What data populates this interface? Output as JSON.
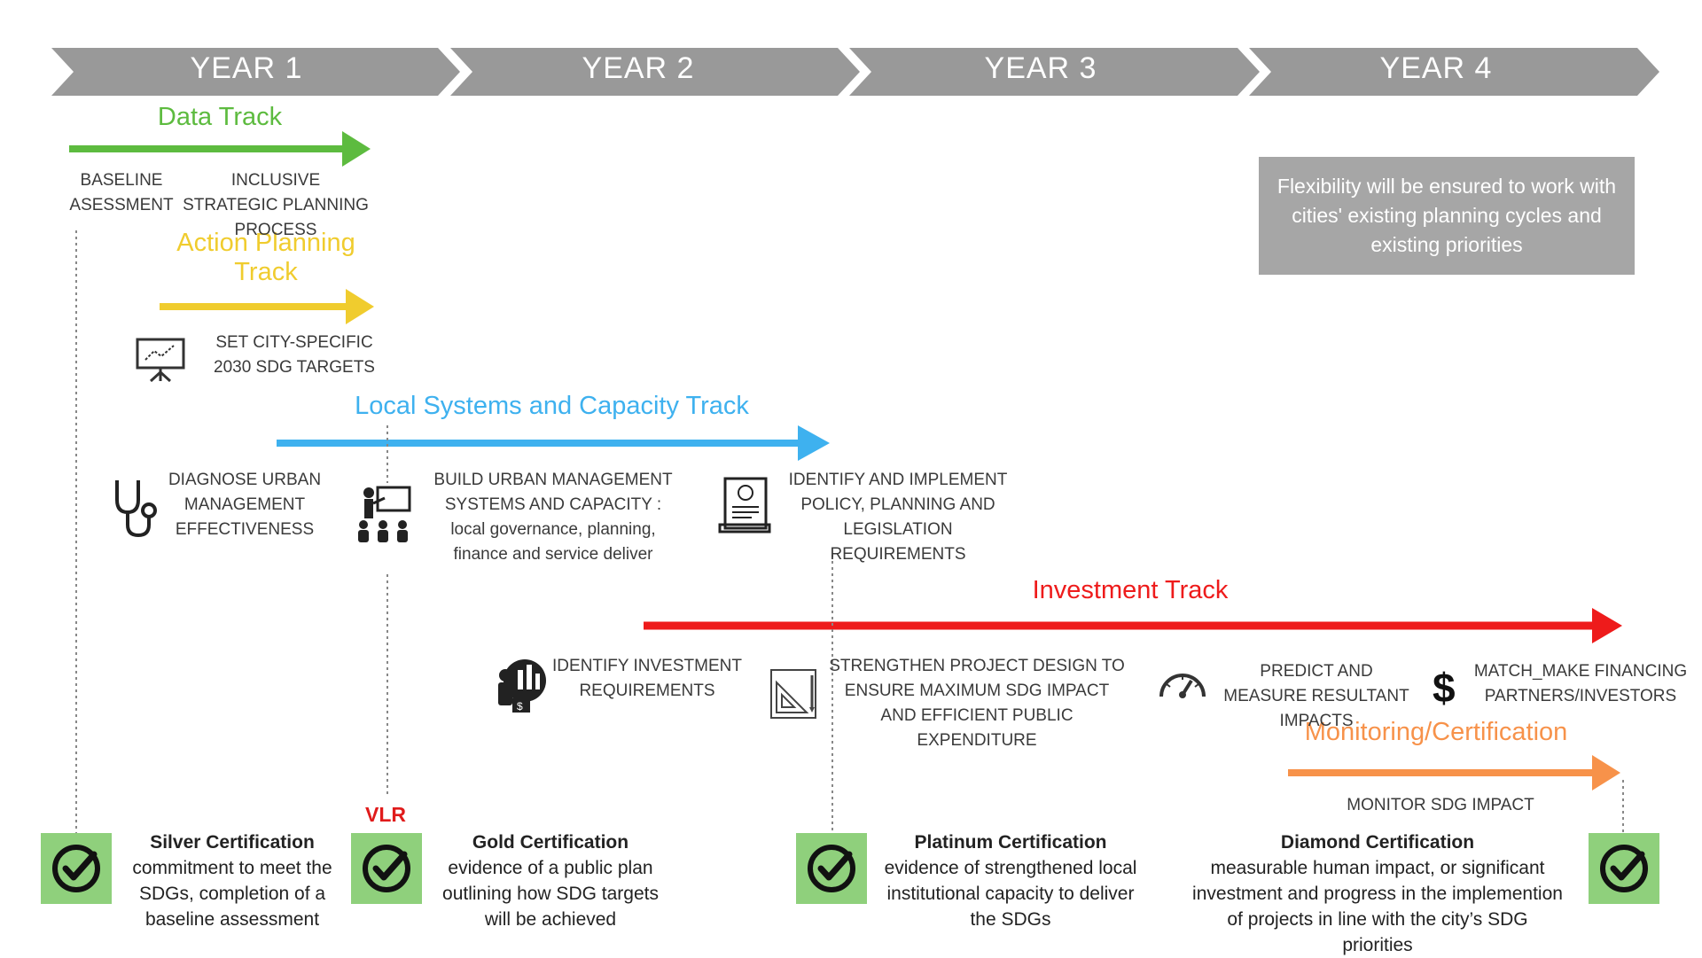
{
  "years": [
    "YEAR 1",
    "YEAR 2",
    "YEAR 3",
    "YEAR 4"
  ],
  "colors": {
    "year_bar": "#999999",
    "data_track": "#5dbb3f",
    "action_track": "#f0cc2e",
    "local_track": "#3eb1ef",
    "investment_track": "#ee1b1b",
    "monitoring_track": "#f7924a",
    "cert_box": "#8fd07c",
    "note_box": "#a6a6a6"
  },
  "tracks": {
    "data": "Data Track",
    "action": "Action Planning Track",
    "local": "Local Systems and Capacity Track",
    "investment": "Investment Track",
    "monitoring": "Monitoring/Certification"
  },
  "steps": {
    "baseline": "BASELINE ASESSMENT",
    "inclusive": "INCLUSIVE STRATEGIC PLANNING PROCESS",
    "set_targets": "SET CITY-SPECIFIC 2030 SDG TARGETS",
    "diagnose": "DIAGNOSE URBAN MANAGEMENT EFFECTIVENESS",
    "build": "BUILD URBAN MANAGEMENT SYSTEMS AND CAPACITY : local governance, planning, finance and service deliver",
    "policy": "IDENTIFY AND IMPLEMENT POLICY, PLANNING AND LEGISLATION REQUIREMENTS",
    "invest_req": "IDENTIFY INVESTMENT REQUIREMENTS",
    "strengthen": "STRENGTHEN PROJECT DESIGN TO ENSURE MAXIMUM SDG IMPACT AND EFFICIENT PUBLIC EXPENDITURE",
    "predict": "PREDICT AND MEASURE RESULTANT IMPACTS",
    "match": "MATCH_MAKE FINANCING PARTNERS/INVESTORS",
    "monitor": "MONITOR SDG IMPACT"
  },
  "note": "Flexibility will be ensured to work with cities' existing planning cycles and existing priorities",
  "vlr": "VLR",
  "certifications": [
    {
      "title": "Silver Certification",
      "text": "commitment to meet the SDGs, completion of a baseline assessment"
    },
    {
      "title": "Gold Certification",
      "text": "evidence of a public plan outlining how SDG targets will be achieved"
    },
    {
      "title": "Platinum Certification",
      "text": "evidence of strengthened local institutional capacity to deliver the SDGs"
    },
    {
      "title": "Diamond Certification",
      "text": "measurable human impact, or significant investment and progress in the implemention of projects in line with the city’s SDG priorities"
    }
  ],
  "icons": [
    "presentation-board-icon",
    "stethoscope-icon",
    "teacher-training-icon",
    "legal-document-icon",
    "investment-person-icon",
    "blueprint-ruler-icon",
    "gauge-icon",
    "dollar-icon",
    "checkmark-icon"
  ]
}
